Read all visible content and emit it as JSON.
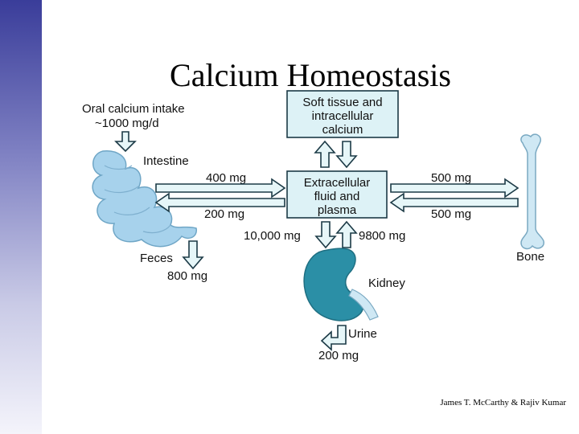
{
  "title": "Calcium Homeostasis",
  "credit": "James T. McCarthy & Rajiv Kumar",
  "colors": {
    "arrow_fill": "#e6f6f8",
    "arrow_stroke": "#1c3a46",
    "box_fill": "#ddf2f6",
    "organ": "#2b8fa6",
    "intestine": "#a7d2ec",
    "bone": "#cfe8f4"
  },
  "nodes": {
    "intake": [
      "Oral calcium intake",
      "~1000 mg/d"
    ],
    "intestine": "Intestine",
    "soft_tissue": [
      "Soft tissue and",
      "intracellular",
      "calcium"
    ],
    "ecf": [
      "Extracellular",
      "fluid and",
      "plasma"
    ],
    "bone": "Bone",
    "kidney": "Kidney",
    "feces": "Feces",
    "urine": "Urine"
  },
  "flows": {
    "intestine_to_ecf": "400 mg",
    "ecf_to_intestine": "200 mg",
    "ecf_to_bone": "500 mg",
    "bone_to_ecf": "500 mg",
    "ecf_to_kidney": "10,000 mg",
    "kidney_to_ecf": "9800 mg",
    "feces": "800 mg",
    "urine": "200 mg"
  }
}
